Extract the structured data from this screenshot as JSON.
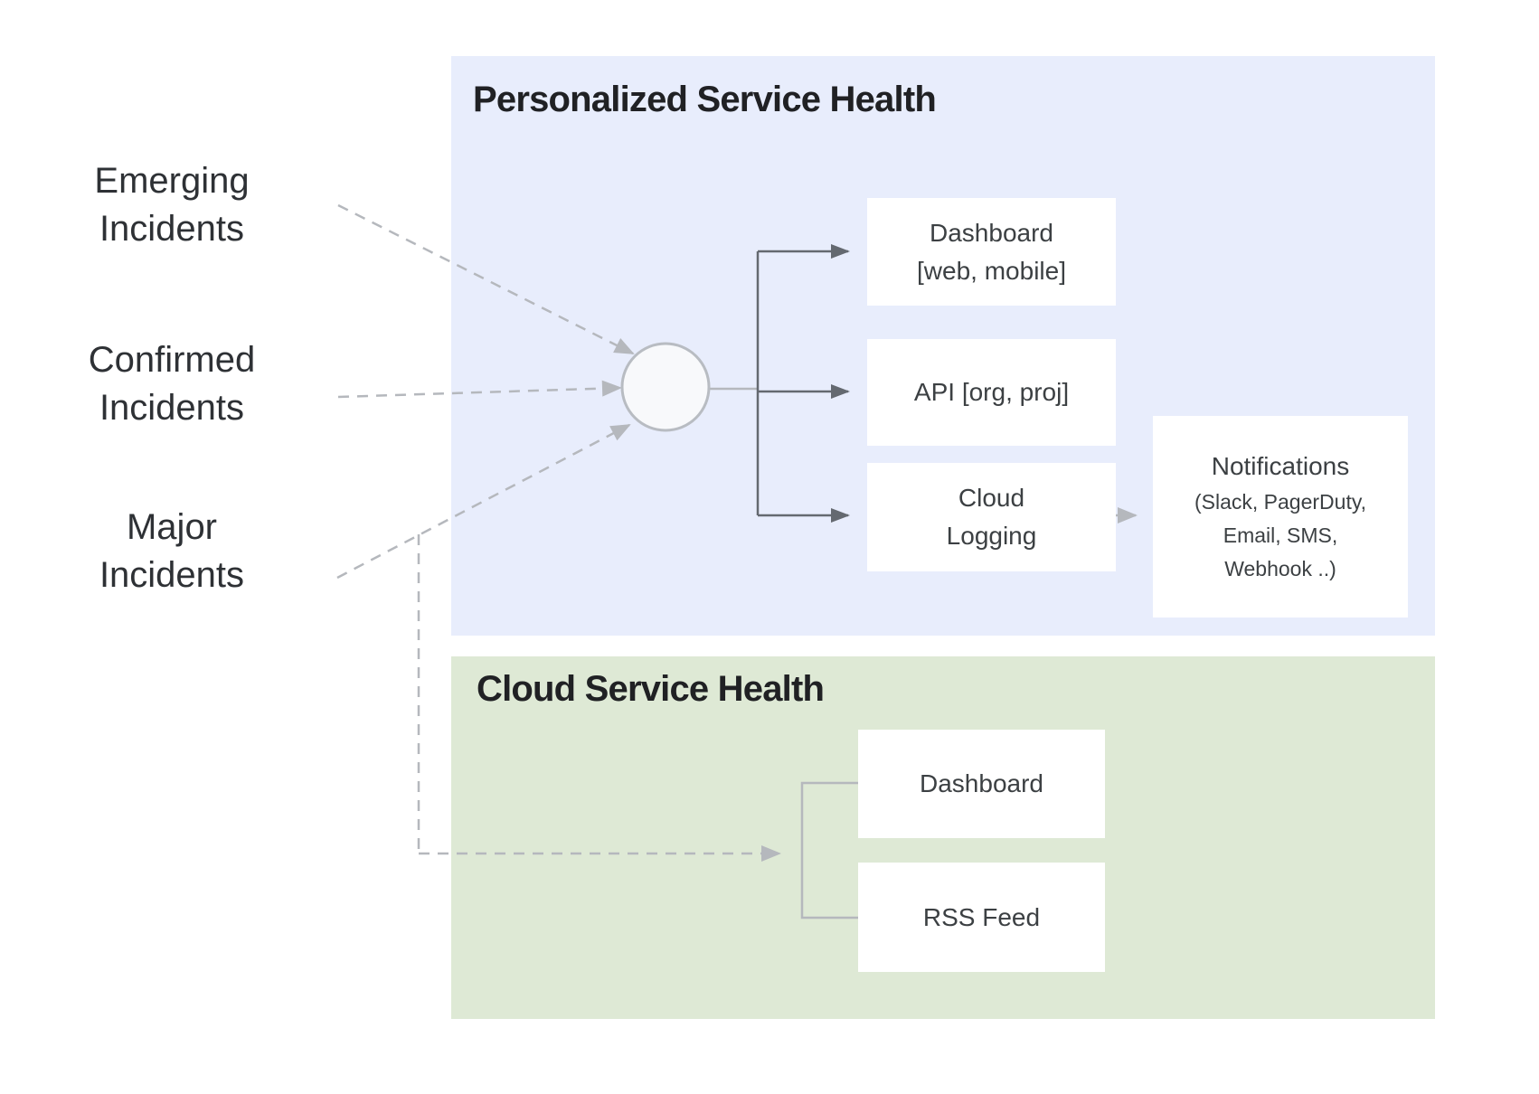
{
  "colors": {
    "panel-blue": "#e8edfc",
    "panel-green": "#dee9d5",
    "box-white": "#ffffff",
    "arrow-dark": "#646970",
    "arrow-light": "#b5b8bd",
    "node-fill": "#f8f9fb",
    "node-stroke": "#b8bcc2",
    "title-text": "#202124",
    "label-text": "#2e3135",
    "box-text": "#3c4043"
  },
  "incident_sources": [
    {
      "line1": "Emerging",
      "line2": "Incidents"
    },
    {
      "line1": "Confirmed",
      "line2": "Incidents"
    },
    {
      "line1": "Major",
      "line2": "Incidents"
    }
  ],
  "personalized_section": {
    "title": "Personalized Service Health",
    "dashboard": {
      "line1": "Dashboard",
      "line2": "[web, mobile]"
    },
    "api": {
      "label": "API [org, proj]"
    },
    "cloud_logging": {
      "line1": "Cloud",
      "line2": "Logging"
    },
    "notifications": {
      "title": "Notifications",
      "line1": "(Slack, PagerDuty,",
      "line2": "Email, SMS,",
      "line3": "Webhook ..)"
    }
  },
  "cloud_section": {
    "title": "Cloud Service Health",
    "dashboard": {
      "label": "Dashboard"
    },
    "rss": {
      "label": "RSS Feed"
    }
  }
}
